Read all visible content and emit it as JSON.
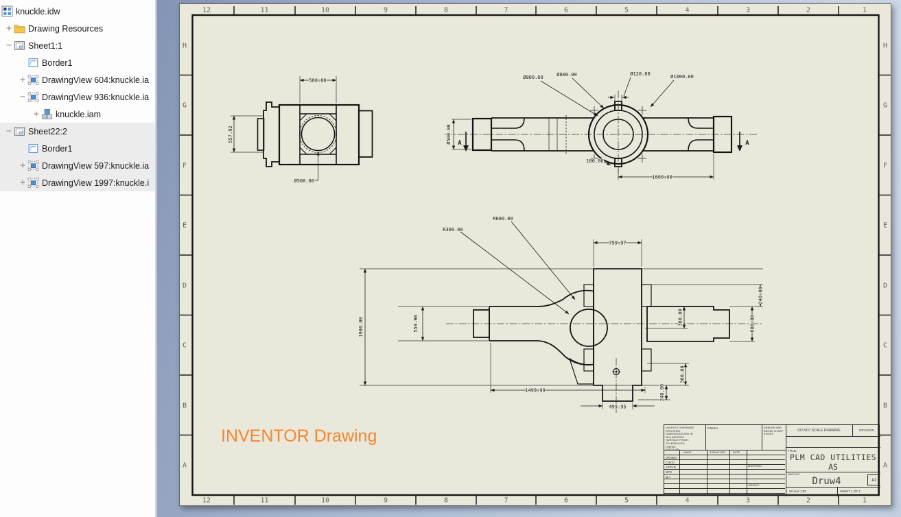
{
  "browser": {
    "items": [
      {
        "label": "knuckle.idw",
        "icon": "idw-document-icon",
        "level": 0,
        "expand": null,
        "highlight": false
      },
      {
        "label": "Drawing Resources",
        "icon": "folder-icon",
        "level": 1,
        "expand": "plus",
        "highlight": false
      },
      {
        "label": "Sheet1:1",
        "icon": "sheet-icon",
        "level": 1,
        "expand": "minus",
        "highlight": false
      },
      {
        "label": "Border1",
        "icon": "border-icon",
        "level": 2,
        "expand": null,
        "highlight": false
      },
      {
        "label": "DrawingView 604:knuckle.ia",
        "icon": "drawing-view-icon",
        "level": 2,
        "expand": "plus",
        "highlight": false
      },
      {
        "label": "DrawingView 936:knuckle.ia",
        "icon": "drawing-view-icon",
        "level": 2,
        "expand": "minus",
        "highlight": false
      },
      {
        "label": "knuckle.iam",
        "icon": "assembly-icon",
        "level": 3,
        "expand": "plus",
        "highlight": false
      },
      {
        "label": "Sheet22:2",
        "icon": "sheet-icon",
        "level": 1,
        "expand": "minus",
        "highlight": true
      },
      {
        "label": "Border1",
        "icon": "border-icon",
        "level": 2,
        "expand": null,
        "highlight": true
      },
      {
        "label": "DrawingView 597:knuckle.ia",
        "icon": "drawing-view-icon",
        "level": 2,
        "expand": "plus",
        "highlight": true
      },
      {
        "label": "DrawingView 1997:knuckle.i",
        "icon": "drawing-view-icon",
        "level": 2,
        "expand": "plus",
        "highlight": true
      }
    ]
  },
  "sheet": {
    "zone_numbers": [
      "12",
      "11",
      "10",
      "9",
      "8",
      "7",
      "6",
      "5",
      "4",
      "3",
      "2",
      "1"
    ],
    "zone_letters": [
      "H",
      "G",
      "F",
      "E",
      "D",
      "C",
      "B",
      "A"
    ]
  },
  "watermark": {
    "text": "INVENTOR Drawing",
    "color": "#F6862F"
  },
  "dims": {
    "v1_width": "560.00",
    "v1_height": "557.92",
    "v1_bore": "Ø500.00",
    "v2_d800a": "Ø800.00",
    "v2_d800b": "Ø800.00",
    "v2_d120": "Ø120.00",
    "v2_d1000": "Ø1000.00",
    "v2_d500": "Ø500.00",
    "v2_100": "100.00",
    "v2_1600": "1600.00",
    "v2_section_a_left": "A",
    "v2_section_a_right": "A",
    "v3_r600": "R600.00",
    "v3_r300": "R300.00",
    "v3_1900": "1900.00",
    "v3_560": "559.98",
    "v3_800": "799.97",
    "v3_240a": "240.00",
    "v3_600": "600.00",
    "v3_360a": "360.00",
    "v3_360b": "360.00",
    "v3_240b": "240.00",
    "v3_1500": "1499.99",
    "v3_500": "499.95"
  },
  "title_block": {
    "note": "UNLESS OTHERWISE SPECIFIED:\nDIMENSIONS ARE IN MILLIMETERS\nSURFACE FINISH:\nTOLERANCES:\n LINEAR:\n ANGULAR:",
    "finish_label": "FINISH",
    "deburr_note": "DEBURR AND\nBREAK SHARP\nEDGES",
    "do_not_scale": "DO NOT SCALE DRAWING",
    "revision": "REVISION",
    "name": "NAME",
    "signature": "SIGNATURE",
    "date": "DATE",
    "rows": [
      "DRAWN",
      "CHK'D",
      "APPV'D",
      "MFG",
      "Q.A"
    ],
    "material": "MATERIAL:",
    "weight": "WEIGHT:",
    "title_label": "TITLE:",
    "company_line1": "PLM CAD UTILITIES",
    "company_line2": "AS",
    "dwg_label": "DWG NO.",
    "dwg_no": "Druw4",
    "size": "A2",
    "scale": "SCALE 1:50",
    "sheet_of": "SHEET 1 OF 1"
  }
}
